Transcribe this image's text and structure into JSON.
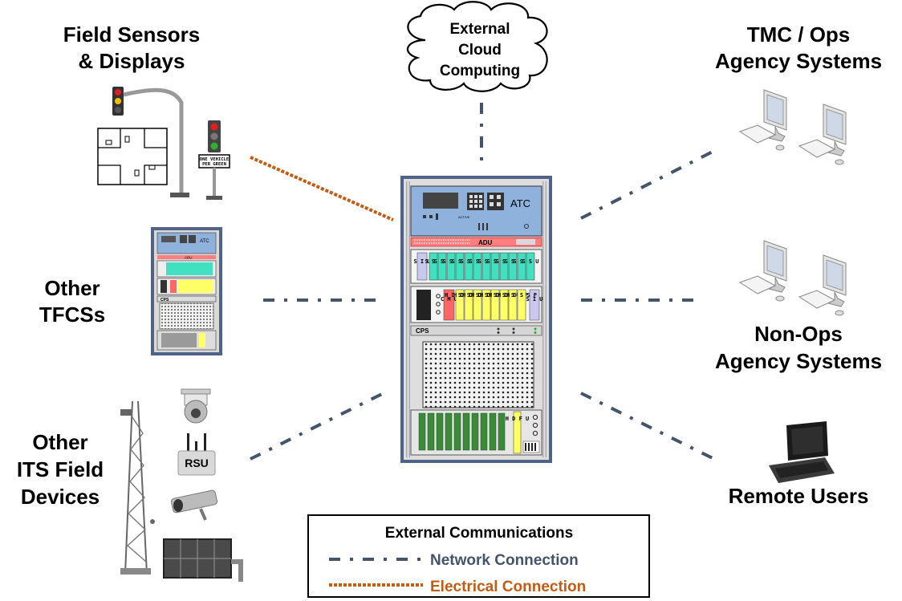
{
  "labels": {
    "field_sensors": [
      "Field Sensors",
      "& Displays"
    ],
    "other_tfcs": [
      "Other",
      "TFCSs"
    ],
    "other_its": [
      "Other",
      "ITS Field",
      "Devices"
    ],
    "tmc_ops": [
      "TMC / Ops",
      "Agency Systems"
    ],
    "non_ops": [
      "Non-Ops",
      "Agency Systems"
    ],
    "remote_users": "Remote Users",
    "cloud": [
      "External",
      "Cloud",
      "Computing"
    ]
  },
  "cabinet": {
    "atc": "ATC",
    "adu": "ADU",
    "cps": "CPS",
    "siu": "S I U",
    "cmu": "C M U",
    "hdfu": "H D F U",
    "ssu": "S S U",
    "hdssp": "H D S S P",
    "active": "ACTIVE"
  },
  "small_cabinet": {
    "atc": "ATC",
    "adu": "ADU",
    "cps": "CPS"
  },
  "sign": [
    "ONE VEHICLE",
    "PER GREEN"
  ],
  "rsu": "RSU",
  "legend": {
    "title": "External Communications",
    "network": "Network Connection",
    "electrical": "Electrical Connection"
  },
  "colors": {
    "network": "#44546a",
    "electrical": "#c55a11",
    "cabinet_frame": "#4f6287",
    "atc_panel": "#8fb2dd",
    "adu": "#ff7f7f",
    "ssu": "#40e0c0",
    "hdssp": "#ffff66",
    "cmu": "#ff6666"
  }
}
